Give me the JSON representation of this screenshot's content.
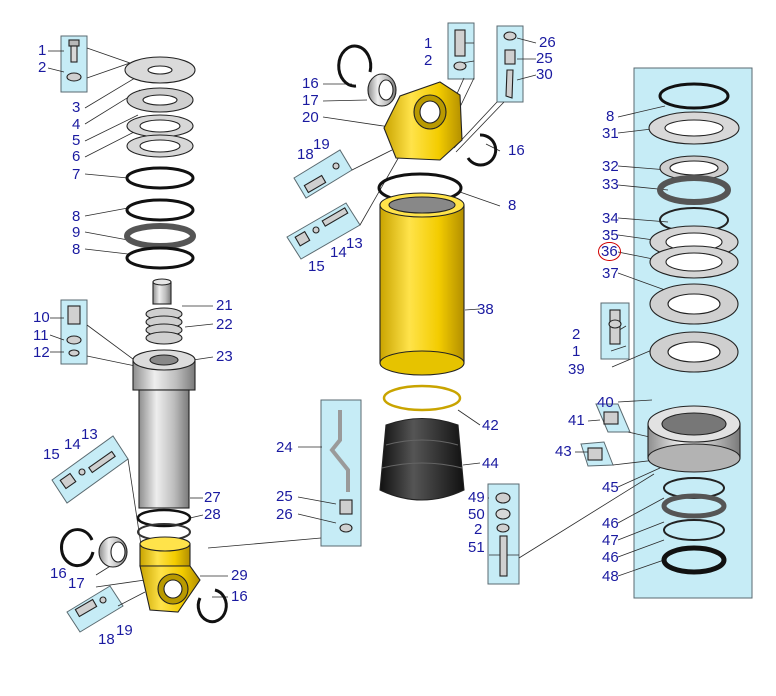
{
  "colors": {
    "panel_fill": "#c6ecf6",
    "panel_stroke": "#5a6a70",
    "yellow_part": "#f6d10a",
    "yellow_dark": "#b99a00",
    "steel": "#c9c9c9",
    "steel_dark": "#7d7d7d",
    "label_text": "#1a1aa0",
    "leader_line": "#2a2a2a",
    "highlight_circle": "#d00000"
  },
  "callouts": [
    {
      "id": "l-1a",
      "text": "1"
    },
    {
      "id": "l-2a",
      "text": "2"
    },
    {
      "id": "l-3",
      "text": "3"
    },
    {
      "id": "l-4",
      "text": "4"
    },
    {
      "id": "l-5",
      "text": "5"
    },
    {
      "id": "l-6",
      "text": "6"
    },
    {
      "id": "l-7",
      "text": "7"
    },
    {
      "id": "l-8a",
      "text": "8"
    },
    {
      "id": "l-9",
      "text": "9"
    },
    {
      "id": "l-8b",
      "text": "8"
    },
    {
      "id": "l-10",
      "text": "10"
    },
    {
      "id": "l-11",
      "text": "11"
    },
    {
      "id": "l-12",
      "text": "12"
    },
    {
      "id": "l-21",
      "text": "21"
    },
    {
      "id": "l-22",
      "text": "22"
    },
    {
      "id": "l-23",
      "text": "23"
    },
    {
      "id": "l-15a",
      "text": "15"
    },
    {
      "id": "l-14a",
      "text": "14"
    },
    {
      "id": "l-13a",
      "text": "13"
    },
    {
      "id": "l-27",
      "text": "27"
    },
    {
      "id": "l-28",
      "text": "28"
    },
    {
      "id": "l-16a",
      "text": "16"
    },
    {
      "id": "l-17a",
      "text": "17"
    },
    {
      "id": "l-29",
      "text": "29"
    },
    {
      "id": "l-16b",
      "text": "16"
    },
    {
      "id": "l-18a",
      "text": "18"
    },
    {
      "id": "l-19a",
      "text": "19"
    },
    {
      "id": "l-16c",
      "text": "16"
    },
    {
      "id": "l-17b",
      "text": "17"
    },
    {
      "id": "l-20",
      "text": "20"
    },
    {
      "id": "l-19b",
      "text": "19"
    },
    {
      "id": "l-18b",
      "text": "18"
    },
    {
      "id": "l-16d",
      "text": "16"
    },
    {
      "id": "l-13b",
      "text": "13"
    },
    {
      "id": "l-14b",
      "text": "14"
    },
    {
      "id": "l-15b",
      "text": "15"
    },
    {
      "id": "l-1b",
      "text": "1"
    },
    {
      "id": "l-2b",
      "text": "2"
    },
    {
      "id": "l-26a",
      "text": "26"
    },
    {
      "id": "l-25a",
      "text": "25"
    },
    {
      "id": "l-30",
      "text": "30"
    },
    {
      "id": "l-8c",
      "text": "8"
    },
    {
      "id": "l-38",
      "text": "38"
    },
    {
      "id": "l-42",
      "text": "42"
    },
    {
      "id": "l-44",
      "text": "44"
    },
    {
      "id": "l-24",
      "text": "24"
    },
    {
      "id": "l-25b",
      "text": "25"
    },
    {
      "id": "l-26b",
      "text": "26"
    },
    {
      "id": "l-49",
      "text": "49"
    },
    {
      "id": "l-50",
      "text": "50"
    },
    {
      "id": "l-2c",
      "text": "2"
    },
    {
      "id": "l-51",
      "text": "51"
    },
    {
      "id": "l-8d",
      "text": "8"
    },
    {
      "id": "l-31",
      "text": "31"
    },
    {
      "id": "l-32",
      "text": "32"
    },
    {
      "id": "l-33",
      "text": "33"
    },
    {
      "id": "l-34",
      "text": "34"
    },
    {
      "id": "l-35",
      "text": "35"
    },
    {
      "id": "l-36",
      "text": "36",
      "highlighted": true
    },
    {
      "id": "l-37",
      "text": "37"
    },
    {
      "id": "l-2d",
      "text": "2"
    },
    {
      "id": "l-1c",
      "text": "1"
    },
    {
      "id": "l-39",
      "text": "39"
    },
    {
      "id": "l-40",
      "text": "40"
    },
    {
      "id": "l-41",
      "text": "41"
    },
    {
      "id": "l-43",
      "text": "43"
    },
    {
      "id": "l-45",
      "text": "45"
    },
    {
      "id": "l-46a",
      "text": "46"
    },
    {
      "id": "l-47",
      "text": "47"
    },
    {
      "id": "l-46b",
      "text": "46"
    },
    {
      "id": "l-48",
      "text": "48"
    }
  ]
}
